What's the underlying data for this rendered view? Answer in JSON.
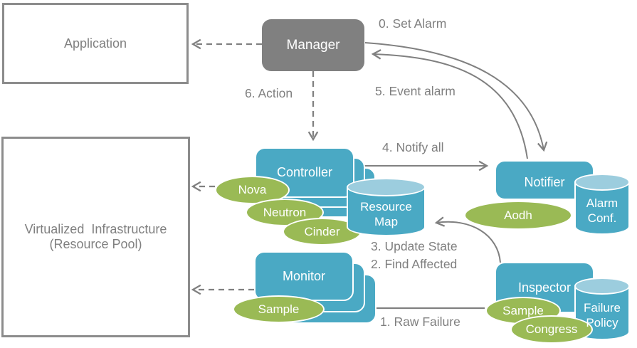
{
  "boxes": {
    "application": {
      "label": "Application"
    },
    "virtualized_infrastructure": {
      "line1": "Virtualized  Infrastructure",
      "line2": "(Resource Pool)"
    },
    "manager": {
      "label": "Manager"
    },
    "controller": {
      "label": "Controller"
    },
    "monitor": {
      "label": "Monitor"
    },
    "notifier": {
      "label": "Notifier"
    },
    "inspector": {
      "label": "Inspector"
    }
  },
  "cylinders": {
    "resource_map": {
      "line1": "Resource",
      "line2": "Map"
    },
    "alarm_conf": {
      "line1": "Alarm",
      "line2": "Conf."
    },
    "failure_policy": {
      "line1": "Failure",
      "line2": "Policy"
    }
  },
  "ellipses": {
    "nova": {
      "label": "Nova"
    },
    "neutron": {
      "label": "Neutron"
    },
    "cinder": {
      "label": "Cinder"
    },
    "monitor_sample": {
      "label": "Sample"
    },
    "aodh": {
      "label": "Aodh"
    },
    "inspector_sample": {
      "label": "Sample"
    },
    "congress": {
      "label": "Congress"
    }
  },
  "steps": {
    "step0": "0. Set Alarm",
    "step1": "1. Raw Failure",
    "step2": "2. Find Affected",
    "step3": "3. Update State",
    "step4": "4. Notify all",
    "step5": "5. Event alarm",
    "step6": "6. Action"
  },
  "colors": {
    "component_blue": "#4AA9C4",
    "cylinder_top_blue": "#9CCDDE",
    "ellipse_green": "#9ABA55",
    "manager_gray": "#808080",
    "outline_gray": "#8C8C8C",
    "label_gray": "#7F7F7F",
    "arrow_gray": "#808080"
  }
}
